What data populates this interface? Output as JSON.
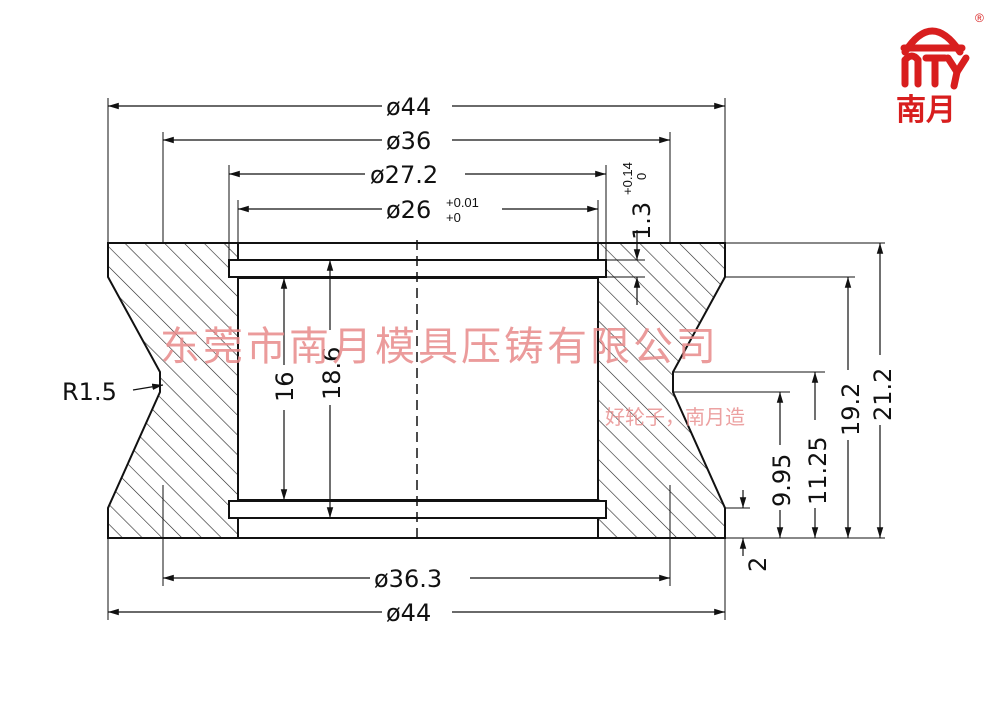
{
  "logo": {
    "name": "南月",
    "registered": "®",
    "color": "#d81e1e"
  },
  "drawing": {
    "line_color": "#111111",
    "hatch_color": "#222222",
    "dimensions": {
      "top_outer": "ø44",
      "top_36": "ø36",
      "top_27": "ø27.2",
      "top_26": "ø26",
      "top_26_tol_upper": "+0.01",
      "top_26_tol_lower": "+0",
      "groove_depth": "1.3",
      "groove_tol_upper": "+0.14",
      "groove_tol_lower": "0",
      "bottom_36_3": "ø36.3",
      "bottom_outer": "ø44",
      "radius": "R1.5",
      "height_16": "16",
      "height_18_6": "18.6",
      "h_2": "2",
      "h_9_95": "9.95",
      "h_11_25": "11.25",
      "h_19_2": "19.2",
      "h_21_2": "21.2"
    }
  },
  "watermark": {
    "company": "东莞市南月模具压铸有限公司",
    "slogan": "好轮子，南月造",
    "color": "#e88a8a"
  }
}
